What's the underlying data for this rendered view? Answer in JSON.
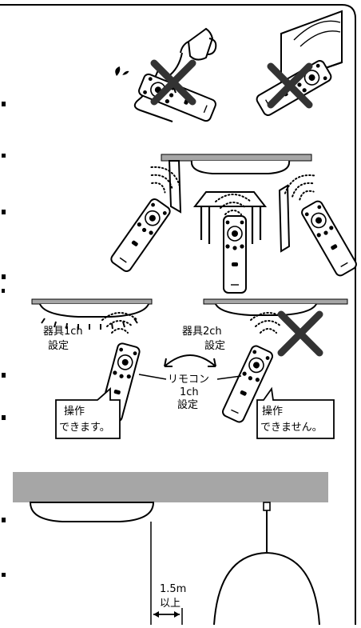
{
  "labels": {
    "fixture_1ch": [
      "器具1ch",
      "設定"
    ],
    "fixture_2ch": [
      "器具2ch",
      "設定"
    ],
    "remote_1ch": [
      "リモコン",
      "1ch",
      "設定"
    ],
    "can_operate": [
      "操作",
      "できます。"
    ],
    "cannot_operate": [
      "操作",
      "できません。"
    ],
    "distance": [
      "1.5m",
      "以上"
    ]
  },
  "colors": {
    "ink": "#000000",
    "ceiling_gray": "#a6a6a6",
    "background": "#ffffff"
  },
  "icons": [
    "water-pitcher-icon",
    "cross-icon",
    "remote-control-icon",
    "signal-waves-icon",
    "double-arrow-icon"
  ]
}
